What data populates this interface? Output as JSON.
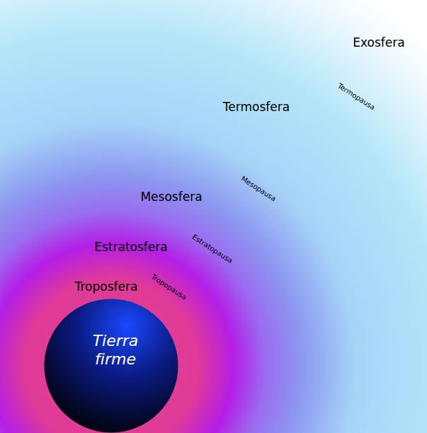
{
  "diagram": {
    "nodes": [
      {
        "text": [
          "Tierra firme"
        ]
      }
    ],
    "labels": [
      "Exosfera",
      "Termopausa",
      "Termosfera",
      "Mesopausa",
      "Mesosfera",
      "Estratopausa",
      "Estratosfera",
      "Tropopausa",
      "Troposfera"
    ]
  }
}
